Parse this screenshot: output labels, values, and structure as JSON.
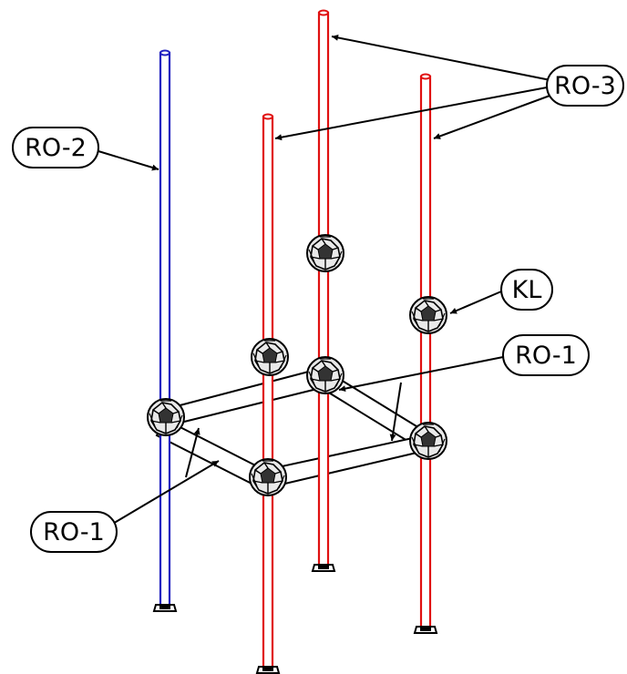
{
  "labels": {
    "ro3": "RO-3",
    "ro2": "RO-2",
    "kl": "KL",
    "ro1_right": "RO-1",
    "ro1_left": "RO-1"
  },
  "colors": {
    "red_pipe": "#e01010",
    "blue_pipe": "#2020c0",
    "line": "#000000",
    "background": "#ffffff"
  }
}
